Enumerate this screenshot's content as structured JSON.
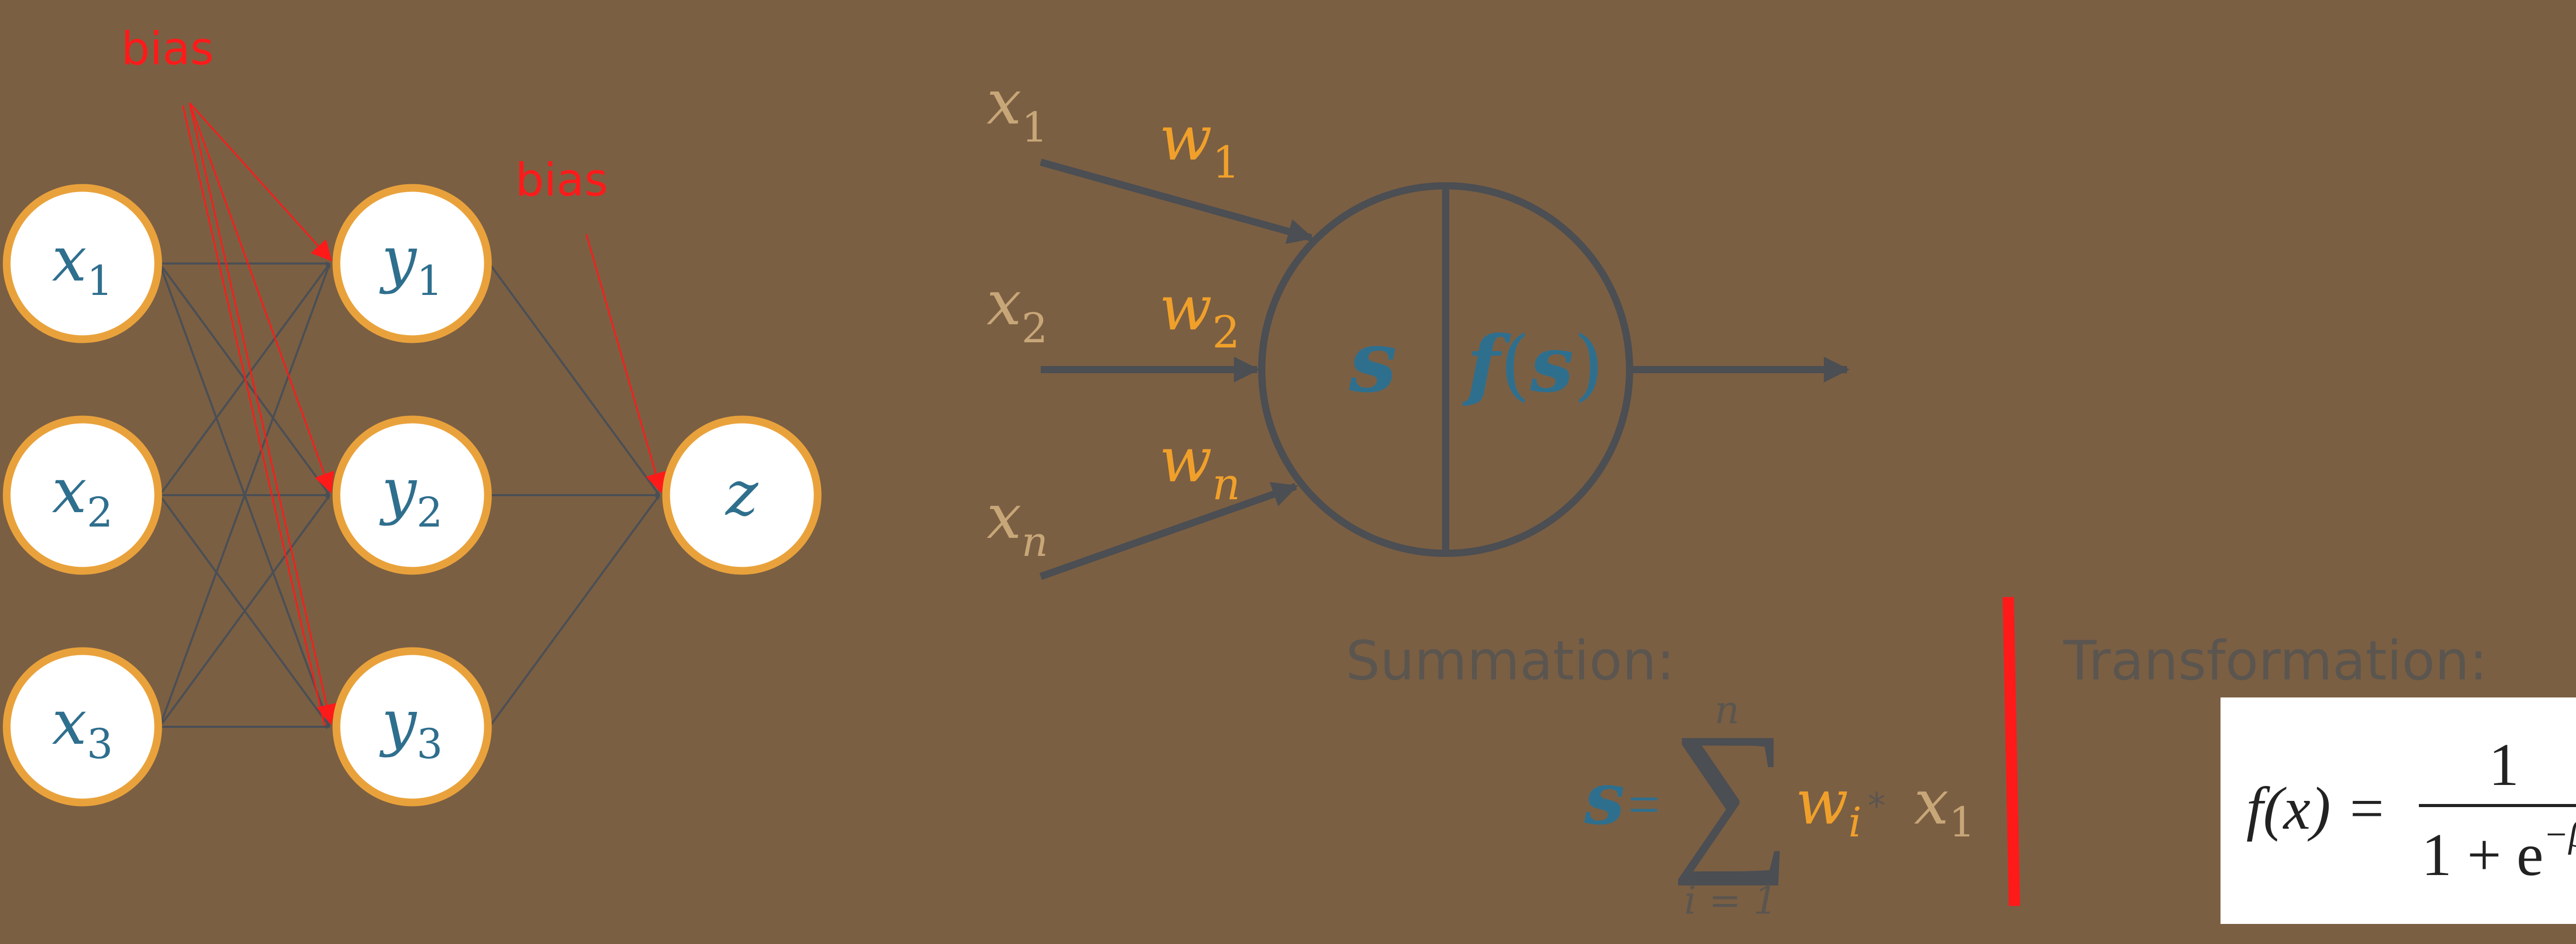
{
  "network": {
    "bias_label_1": "bias",
    "bias_label_2": "bias",
    "input_nodes": [
      {
        "var": "x",
        "sub": "1"
      },
      {
        "var": "x",
        "sub": "2"
      },
      {
        "var": "x",
        "sub": "3"
      }
    ],
    "hidden_nodes": [
      {
        "var": "y",
        "sub": "1"
      },
      {
        "var": "y",
        "sub": "2"
      },
      {
        "var": "y",
        "sub": "3"
      }
    ],
    "output_node": {
      "var": "z"
    }
  },
  "neuron": {
    "inputs": [
      {
        "var": "x",
        "sub": "1",
        "w": "w",
        "wsub": "1"
      },
      {
        "var": "x",
        "sub": "2",
        "w": "w",
        "wsub": "2"
      },
      {
        "var": "x",
        "sub": "n",
        "w": "w",
        "wsub": "n"
      }
    ],
    "left_half": "s",
    "right_half_f": "f",
    "right_half_open": "(",
    "right_half_s": "s",
    "right_half_close": ")"
  },
  "summation": {
    "label": "Summation:",
    "lhs": "s",
    "eq": "=",
    "sigma": "∑",
    "upper": "n",
    "lower": "i = 1",
    "w": "w",
    "wsub": "i",
    "times": "*",
    "x": "x",
    "xsub": "1"
  },
  "transformation": {
    "label": "Transformation:",
    "lhs": "f(x) =",
    "numerator": "1",
    "den_base": "1 + e",
    "den_exp": "−βx"
  },
  "colors": {
    "background": "#7b5f43",
    "node_ring": "#e9a23b",
    "teal": "#2f6f8e",
    "orange": "#f0a02a",
    "tan": "#c7a678",
    "bias": "#ff1a1a",
    "line": "#4b4e52"
  }
}
